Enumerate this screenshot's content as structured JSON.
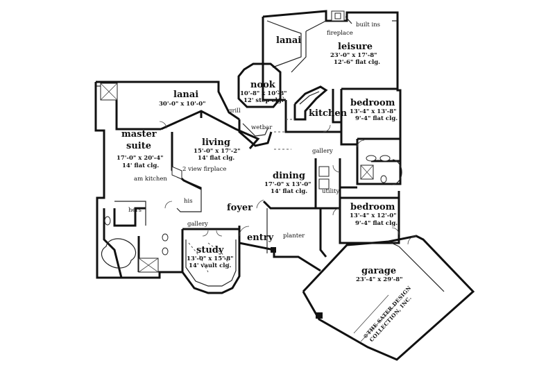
{
  "rooms": {
    "lanai_top": {
      "name": "lanai"
    },
    "leisure": {
      "name": "leisure",
      "dims": "23'-0\" x 17'-8\"",
      "ceiling": "12'-6\" flat clg."
    },
    "nook": {
      "name": "nook",
      "dims": "10'-8\" x 10'-8\"",
      "ceiling": "12' step clg."
    },
    "lanai_main": {
      "name": "lanai",
      "dims": "30'-0\" x 10'-0\""
    },
    "kitchen": {
      "name": "kitchen"
    },
    "bedroom_1": {
      "name": "bedroom",
      "dims": "13'-4\" x 13'-8\"",
      "ceiling": "9'-4\" flat clg."
    },
    "master": {
      "name_line1": "master",
      "name_line2": "suite",
      "dims": "17'-0\" x 20'-4\"",
      "ceiling": "14' flat clg."
    },
    "living": {
      "name": "living",
      "dims": "15'-0\" x 17'-2\"",
      "ceiling": "14' flat clg."
    },
    "dining": {
      "name": "dining",
      "dims": "17'-0\" x 13'-0\"",
      "ceiling": "14' flat clg."
    },
    "bedroom_2": {
      "name": "bedroom",
      "dims": "13'-4\" x 12'-0\"",
      "ceiling": "9'-4\" flat clg."
    },
    "study": {
      "name": "study",
      "dims": "13'-0\" x 15'-8\"",
      "ceiling": "14' vault clg."
    },
    "garage": {
      "name": "garage",
      "dims": "23'-4\" x 29'-8\""
    }
  },
  "labels": {
    "fireplace": "fireplace",
    "built_ins": "built ins",
    "grill": "grill",
    "wetbar": "wetbar",
    "gallery_right": "gallery",
    "view_fireplace": "2 view firplace",
    "am_kitchen": "am kitchen",
    "his": "his",
    "hers": "hers",
    "utility": "utility",
    "foyer": "foyer",
    "entry": "entry",
    "planter": "planter",
    "gallery_left": "gallery"
  },
  "copyright": {
    "line1": "©THE SATER DESIGN",
    "line2": "COLLECTION, INC."
  }
}
